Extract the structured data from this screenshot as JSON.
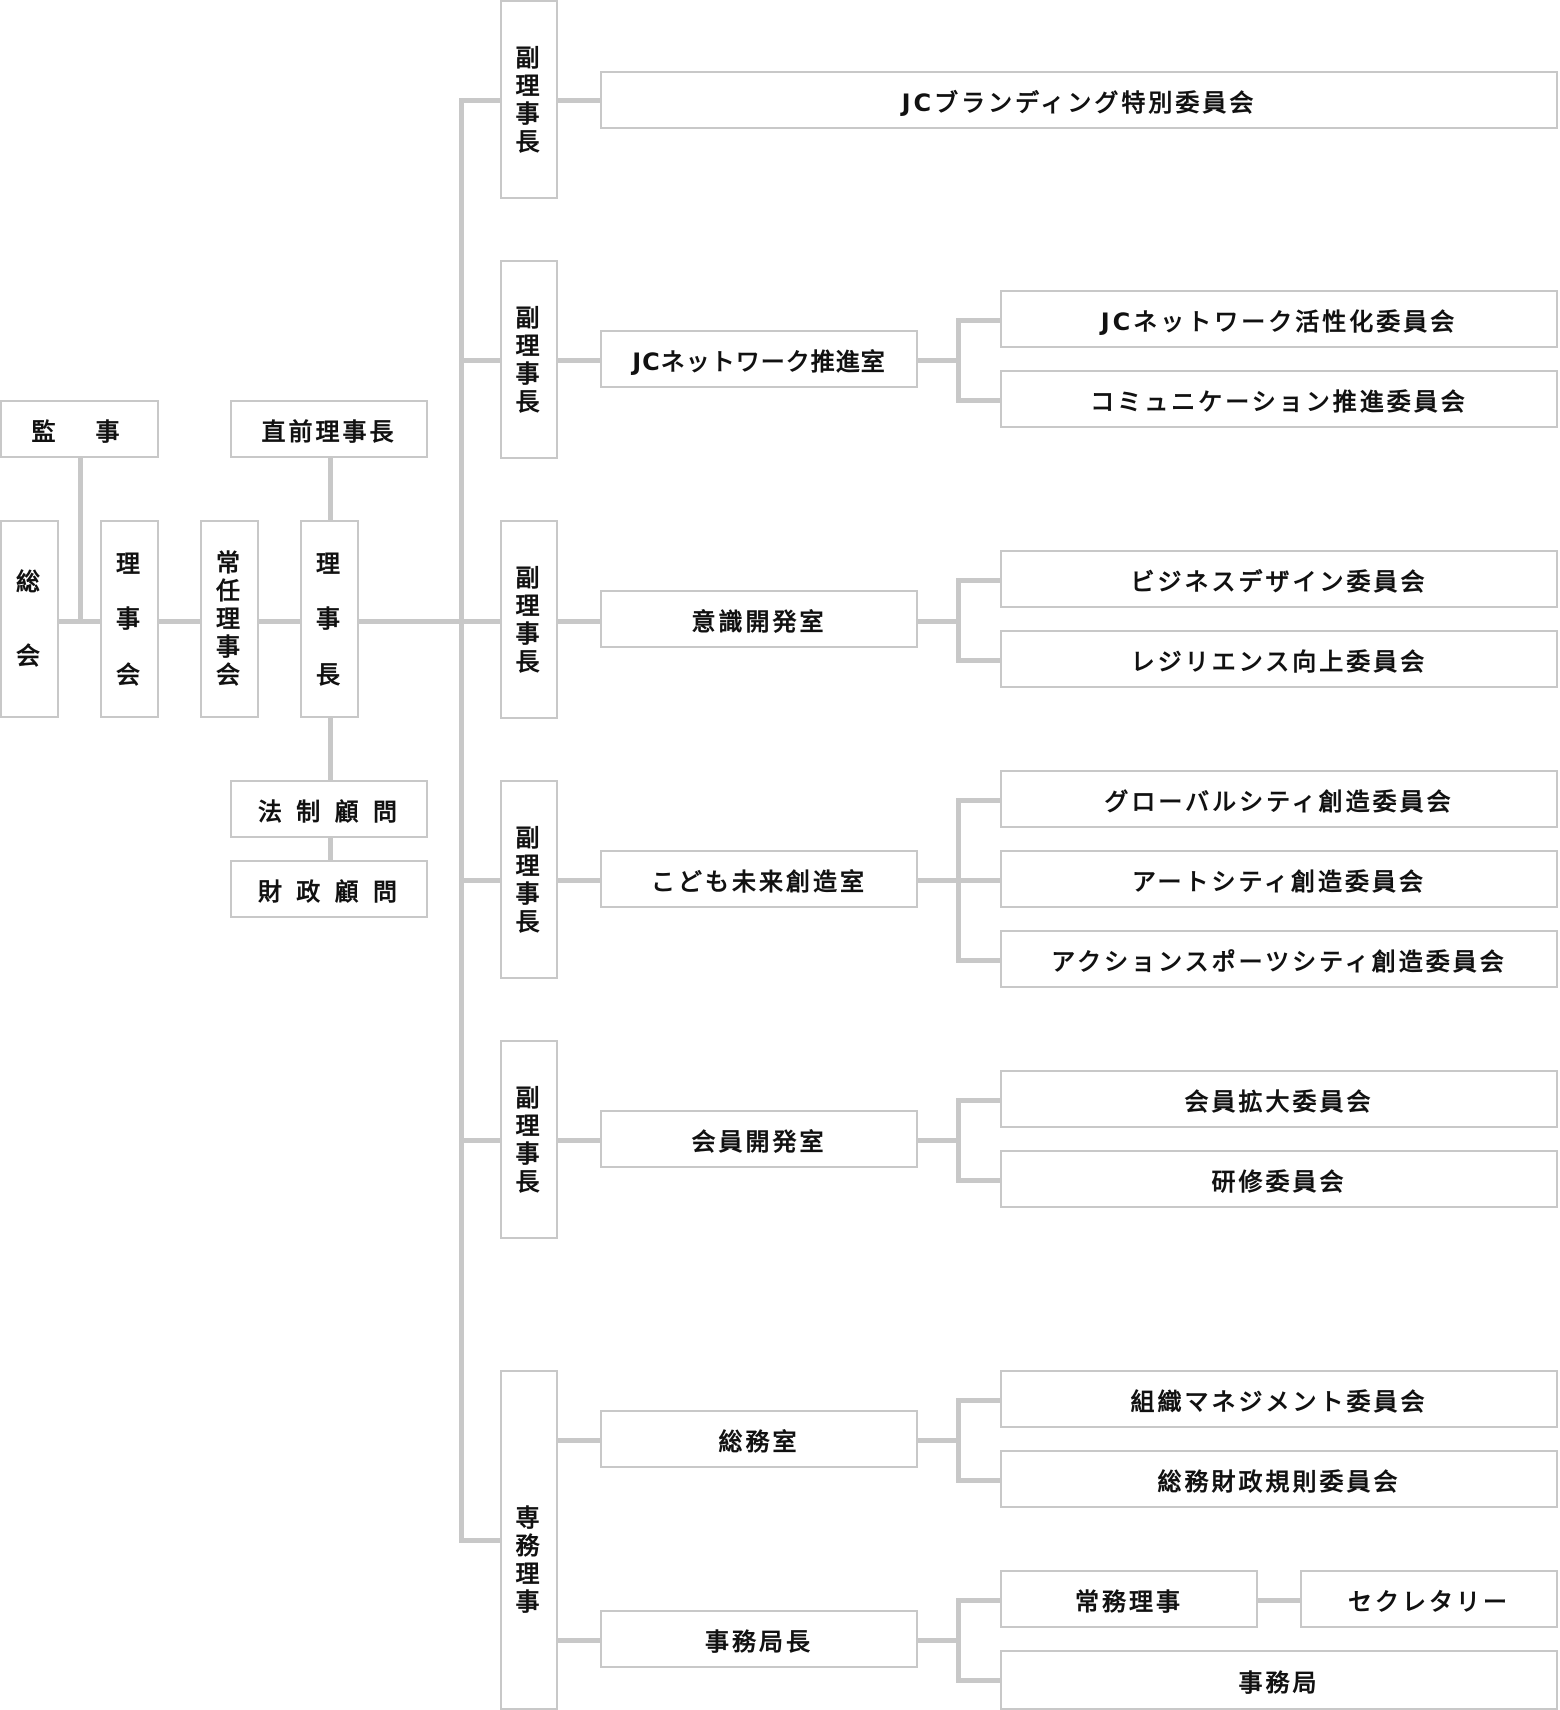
{
  "top": {
    "general_assembly": [
      "総",
      "会"
    ],
    "auditor": "監　事",
    "board": [
      "理",
      "事",
      "会"
    ],
    "standing_board": [
      "常",
      "任",
      "理",
      "事",
      "会"
    ],
    "president": [
      "理",
      "事",
      "長"
    ],
    "past_president": "直前理事長",
    "legal_advisor": "法 制 顧 問",
    "finance_advisor": "財 政 顧 問"
  },
  "vice_presidents": [
    {
      "label": [
        "副",
        "理",
        "事",
        "長"
      ]
    },
    {
      "label": [
        "副",
        "理",
        "事",
        "長"
      ]
    },
    {
      "label": [
        "副",
        "理",
        "事",
        "長"
      ]
    },
    {
      "label": [
        "副",
        "理",
        "事",
        "長"
      ]
    },
    {
      "label": [
        "副",
        "理",
        "事",
        "長"
      ]
    }
  ],
  "executive_director": [
    "専",
    "務",
    "理",
    "事"
  ],
  "rooms": [
    "JCネットワーク推進室",
    "意識開発室",
    "こども未来創造室",
    "会員開発室",
    "総務室",
    "事務局長"
  ],
  "committees": {
    "branding": "JCブランディング特別委員会",
    "network": [
      "JCネットワーク活性化委員会",
      "コミュニケーション推進委員会"
    ],
    "awareness": [
      "ビジネスデザイン委員会",
      "レジリエンス向上委員会"
    ],
    "children": [
      "グローバルシティ創造委員会",
      "アートシティ創造委員会",
      "アクションスポーツシティ創造委員会"
    ],
    "membership": [
      "会員拡大委員会",
      "研修委員会"
    ],
    "general_affairs": [
      "組織マネジメント委員会",
      "総務財政規則委員会"
    ],
    "secretariat": {
      "managing_director": "常務理事",
      "secretary": "セクレタリー",
      "office": "事務局"
    }
  }
}
